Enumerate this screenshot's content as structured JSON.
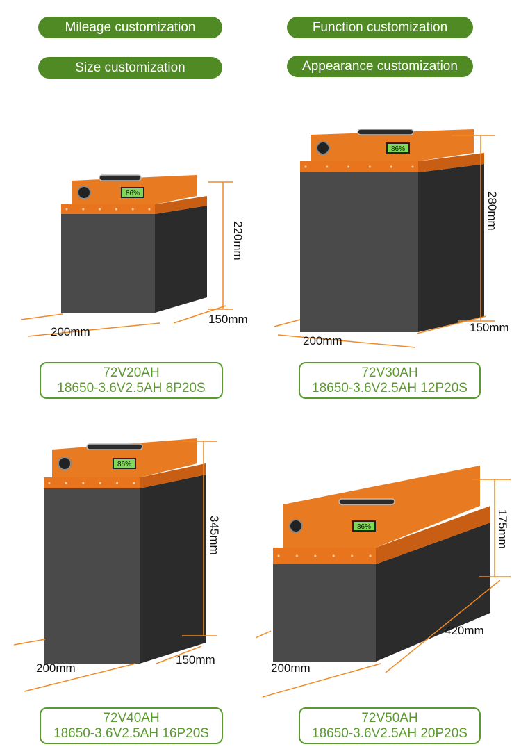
{
  "buttons": {
    "mileage": "Mileage customization",
    "function": "Function customization",
    "size": "Size customization",
    "appearance": "Appearance customization"
  },
  "colors": {
    "green": "#4f8a24",
    "spec_green": "#5b9a2f",
    "orange": "#e8741e",
    "dimension_line": "#f08a24",
    "body": "#3a3a3a"
  },
  "batteries": [
    {
      "height": "220mm",
      "depth": "150mm",
      "width": "200mm",
      "voltage_capacity": "72V20AH",
      "config": "18650-3.6V2.5AH 8P20S",
      "display": "86%"
    },
    {
      "height": "280mm",
      "depth": "150mm",
      "width": "200mm",
      "voltage_capacity": "72V30AH",
      "config": "18650-3.6V2.5AH 12P20S",
      "display": "86%"
    },
    {
      "height": "345mm",
      "depth": "150mm",
      "width": "200mm",
      "voltage_capacity": "72V40AH",
      "config": "18650-3.6V2.5AH 16P20S",
      "display": "86%"
    },
    {
      "height": "175mm",
      "depth": "420mm",
      "width": "200mm",
      "voltage_capacity": "72V50AH",
      "config": "18650-3.6V2.5AH 20P20S",
      "display": "86%"
    }
  ]
}
